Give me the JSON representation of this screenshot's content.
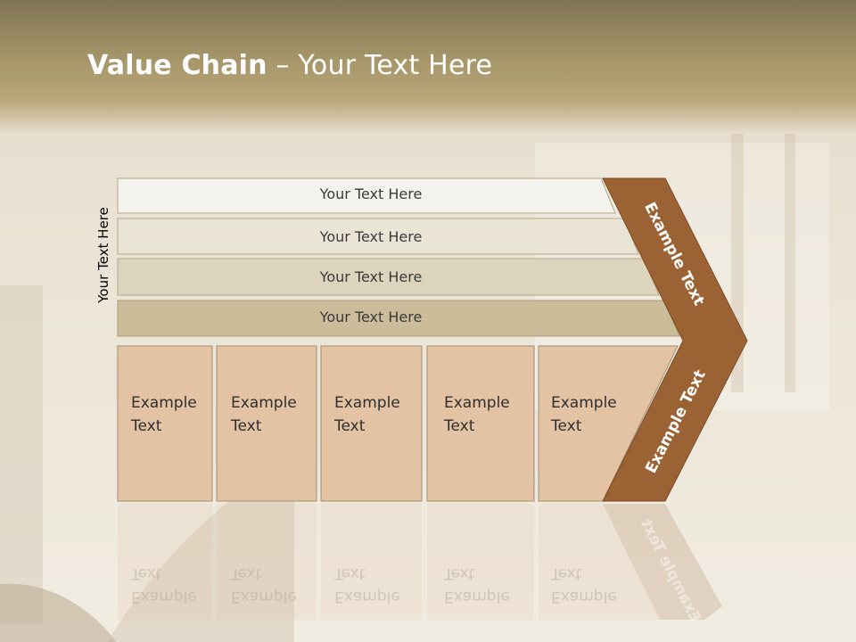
{
  "slide": {
    "title_bold": "Value Chain",
    "title_rest": " – Your Text Here",
    "side_label": "Your Text Here"
  },
  "rows": [
    {
      "label": "Your Text Here"
    },
    {
      "label": "Your Text Here"
    },
    {
      "label": "Your Text Here"
    },
    {
      "label": "Your Text Here"
    }
  ],
  "boxes": [
    {
      "line1": "Example",
      "line2": "Text"
    },
    {
      "line1": "Example",
      "line2": "Text"
    },
    {
      "line1": "Example",
      "line2": "Text"
    },
    {
      "line1": "Example",
      "line2": "Text"
    },
    {
      "line1": "Example",
      "line2": "Text"
    }
  ],
  "chevron": {
    "upper_label": "Example Text",
    "lower_label": "Example Text"
  },
  "colors": {
    "chevron": "#9b6233",
    "boxes": "#e3c3a3",
    "row1": "#f4f2ec",
    "row2": "#eae4d6",
    "row3": "#ddd4bd",
    "row4": "#cbbd9a"
  }
}
